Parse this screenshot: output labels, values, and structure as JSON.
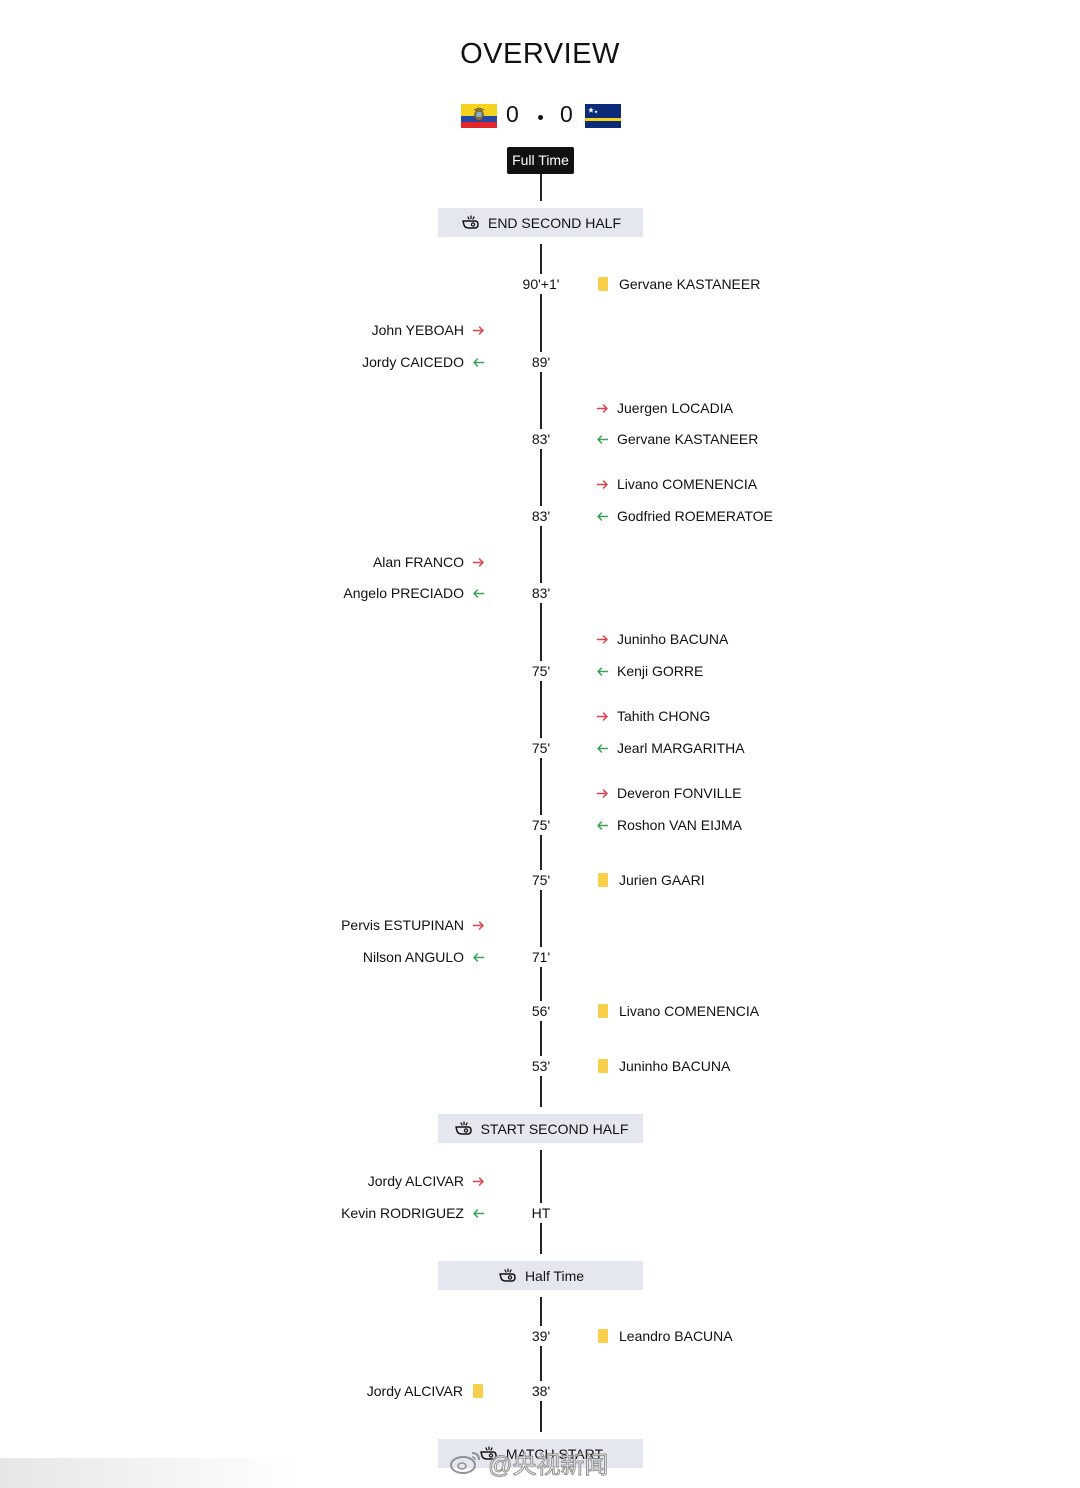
{
  "title": "OVERVIEW",
  "score": {
    "home": "0",
    "away": "0",
    "home_flag": "ecuador-flag-icon",
    "away_flag": "curacao-flag-icon"
  },
  "status": "Full Time",
  "colors": {
    "sub_in": "#e0404a",
    "sub_out": "#3aa35a",
    "yellow_card": "#f7cf4b",
    "period_bg": "#e4e7ef",
    "timeline": "#222222"
  },
  "timeline": [
    {
      "kind": "period",
      "label": "END SECOND HALF"
    },
    {
      "kind": "event",
      "minute": "90'+1'",
      "right": [
        {
          "type": "yellow",
          "name": "Gervane KASTANEER"
        }
      ]
    },
    {
      "kind": "event",
      "minute": "89'",
      "left": [
        {
          "type": "in",
          "name": "John YEBOAH"
        },
        {
          "type": "out",
          "name": "Jordy CAICEDO"
        }
      ]
    },
    {
      "kind": "event",
      "minute": "83'",
      "right": [
        {
          "type": "in",
          "name": "Juergen LOCADIA"
        },
        {
          "type": "out",
          "name": "Gervane KASTANEER"
        }
      ]
    },
    {
      "kind": "event",
      "minute": "83'",
      "right": [
        {
          "type": "in",
          "name": "Livano COMENENCIA"
        },
        {
          "type": "out",
          "name": "Godfried ROEMERATOE"
        }
      ]
    },
    {
      "kind": "event",
      "minute": "83'",
      "left": [
        {
          "type": "in",
          "name": "Alan FRANCO"
        },
        {
          "type": "out",
          "name": "Angelo PRECIADO"
        }
      ]
    },
    {
      "kind": "event",
      "minute": "75'",
      "right": [
        {
          "type": "in",
          "name": "Juninho BACUNA"
        },
        {
          "type": "out",
          "name": "Kenji GORRE"
        }
      ]
    },
    {
      "kind": "event",
      "minute": "75'",
      "right": [
        {
          "type": "in",
          "name": "Tahith CHONG"
        },
        {
          "type": "out",
          "name": "Jearl MARGARITHA"
        }
      ]
    },
    {
      "kind": "event",
      "minute": "75'",
      "right": [
        {
          "type": "in",
          "name": "Deveron FONVILLE"
        },
        {
          "type": "out",
          "name": "Roshon VAN EIJMA"
        }
      ]
    },
    {
      "kind": "event",
      "minute": "75'",
      "right": [
        {
          "type": "yellow",
          "name": "Jurien GAARI"
        }
      ]
    },
    {
      "kind": "event",
      "minute": "71'",
      "left": [
        {
          "type": "in",
          "name": "Pervis ESTUPINAN"
        },
        {
          "type": "out",
          "name": "Nilson ANGULO"
        }
      ]
    },
    {
      "kind": "event",
      "minute": "56'",
      "right": [
        {
          "type": "yellow",
          "name": "Livano COMENENCIA"
        }
      ]
    },
    {
      "kind": "event",
      "minute": "53'",
      "right": [
        {
          "type": "yellow",
          "name": "Juninho BACUNA"
        }
      ]
    },
    {
      "kind": "period",
      "label": "START SECOND HALF"
    },
    {
      "kind": "event",
      "minute": "HT",
      "left": [
        {
          "type": "in",
          "name": "Jordy ALCIVAR"
        },
        {
          "type": "out",
          "name": "Kevin RODRIGUEZ"
        }
      ]
    },
    {
      "kind": "period",
      "label": "Half Time"
    },
    {
      "kind": "event",
      "minute": "39'",
      "right": [
        {
          "type": "yellow",
          "name": "Leandro BACUNA"
        }
      ]
    },
    {
      "kind": "event",
      "minute": "38'",
      "left": [
        {
          "type": "yellow",
          "name": "Jordy ALCIVAR"
        }
      ]
    },
    {
      "kind": "period",
      "label": "MATCH START"
    }
  ],
  "watermark": "@央视新闻"
}
